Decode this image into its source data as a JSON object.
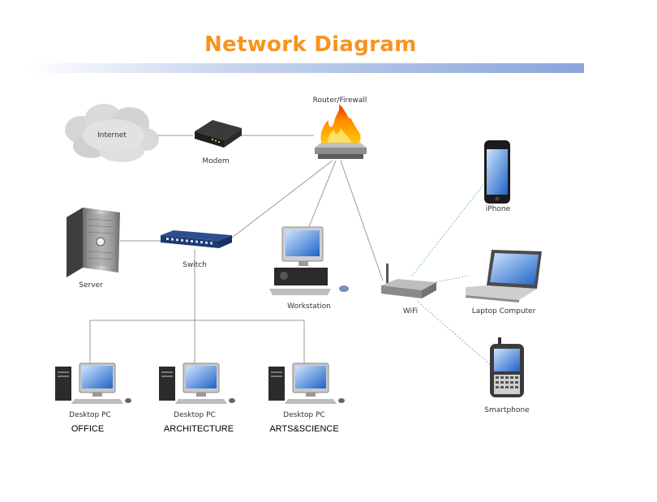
{
  "title": "Network Diagram",
  "nodes": {
    "internet": "Internet",
    "modem": "Modem",
    "router": "Router/Firewall",
    "iphone": "iPhone",
    "server": "Server",
    "switch": "Switch",
    "workstation": "Workstation",
    "wifi": "WiFi",
    "laptop": "Laptop Computer",
    "smartphone": "Smartphone",
    "desktop1": "Desktop PC",
    "desktop2": "Desktop PC",
    "desktop3": "Desktop PC"
  },
  "departments": [
    "OFFICE",
    "ARCHITECTURE",
    "ARTS&SCIENCE"
  ],
  "colors": {
    "title": "#f7941d",
    "wired": "#9a9a9a",
    "wireless": "#7fb5d6"
  }
}
